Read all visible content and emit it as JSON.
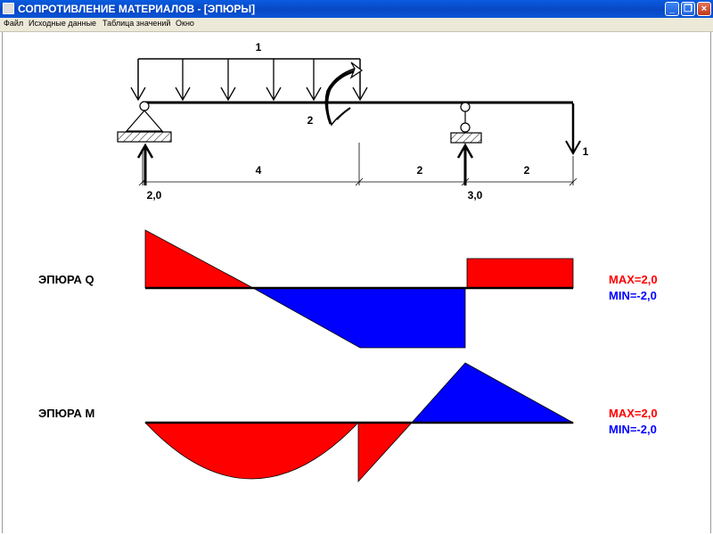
{
  "window": {
    "title": "СОПРОТИВЛЕНИЕ  МАТЕРИАЛОВ - [ЭПЮРЫ]",
    "minimize_label": "_",
    "restore_label": "❐",
    "close_label": "×"
  },
  "menu": {
    "items": [
      {
        "label": "Файл"
      },
      {
        "label": "Исходные данные"
      },
      {
        "label": "Таблица значений"
      },
      {
        "label": "Окно"
      }
    ]
  },
  "scheme": {
    "distributed_load_label": "1",
    "moment_label": "2",
    "point_force_label": "1",
    "span_labels": [
      "4",
      "2",
      "2"
    ],
    "reaction_labels": [
      "2,0",
      "3,0"
    ]
  },
  "diagram_q": {
    "title": "ЭПЮРА Q",
    "max_label": "MAX=2,0",
    "min_label": "MIN=-2,0"
  },
  "diagram_m": {
    "title": "ЭПЮРА М",
    "max_label": "MAX=2,0",
    "min_label": "MIN=-2,0"
  },
  "colors": {
    "positive": "#ff0000",
    "negative": "#0000ff",
    "line": "#000000"
  }
}
